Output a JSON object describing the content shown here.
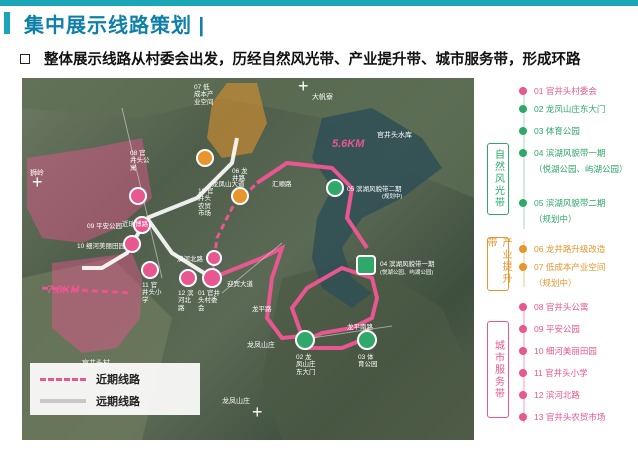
{
  "header": {
    "title": "集中展示线路策划 |",
    "subtitle": "整体展示线路从村委会出发，历经自然风光带、产业提升带、城市服务带，形成环路"
  },
  "map": {
    "distance_labels": [
      "5.6KM",
      "7.8KM"
    ],
    "place_labels": [
      "大帆寮",
      "官井头水库",
      "狮岭",
      "龙凤山庄",
      "龙凤山庄",
      "官井头村"
    ],
    "road_labels": [
      "龙凤山大道",
      "汇顺路",
      "近瑞博路",
      "滨河北路",
      "迎宾大道",
      "龙平南路",
      "龙平路"
    ],
    "stations": [
      {
        "num": "01",
        "name": "官井头村委会"
      },
      {
        "num": "02",
        "name": "龙凤山庄东大门"
      },
      {
        "num": "03",
        "name": "体育公园"
      },
      {
        "num": "04",
        "name": "滨湖风貌带一期"
      },
      {
        "num": "05",
        "name": "滨湖风貌带二期"
      },
      {
        "num": "06",
        "name": "龙井路"
      },
      {
        "num": "07",
        "name": "低成本产业空间"
      },
      {
        "num": "08",
        "name": "官井头公寓"
      },
      {
        "num": "09",
        "name": "平安公园"
      },
      {
        "num": "10",
        "name": "细河美丽田园"
      },
      {
        "num": "11",
        "name": "官井头小学"
      },
      {
        "num": "12",
        "name": "滨河北路"
      },
      {
        "num": "13",
        "name": "官井头农贸市场"
      }
    ],
    "station04_note": "(悦湖公园、屿湖公园)",
    "station05_note": "(规划中)",
    "legend": {
      "near": "近期线路",
      "far": "远期线路"
    }
  },
  "legend_panel": {
    "groups": [
      {
        "label": "自然风光带",
        "color": "#2fa86a",
        "items": [
          {
            "text": "01 官井头村委会",
            "dot": "#e8578f",
            "color": "#e8578f"
          },
          {
            "text": "02 龙凤山庄东大门",
            "dot": "#2fa86a",
            "color": "#2fa86a"
          },
          {
            "text": "03 体育公园",
            "dot": "#2fa86a",
            "color": "#2fa86a"
          },
          {
            "text": "04 滨湖风貌带一期",
            "dot": "#2fa86a",
            "color": "#2fa86a"
          },
          {
            "text": "（悦湖公园、屿湖公园）",
            "dot": "",
            "color": "#2fa86a"
          },
          {
            "text": "05 滨湖风貌带二期",
            "dot": "#2fa86a",
            "color": "#2fa86a"
          },
          {
            "text": "（规划中）",
            "dot": "",
            "color": "#2fa86a"
          }
        ]
      },
      {
        "label": "产业提升带",
        "color": "#e8952b",
        "items": [
          {
            "text": "06 龙井路升级改造",
            "dot": "#e8952b",
            "color": "#e8952b"
          },
          {
            "text": "07 低成本产业空间",
            "dot": "#e8952b",
            "color": "#e8952b"
          },
          {
            "text": "（规划中）",
            "dot": "",
            "color": "#e8952b"
          }
        ]
      },
      {
        "label": "城市服务带",
        "color": "#e8578f",
        "items": [
          {
            "text": "08 官井头公寓",
            "dot": "#e8578f",
            "color": "#e8578f"
          },
          {
            "text": "09 平安公园",
            "dot": "#e8578f",
            "color": "#e8578f"
          },
          {
            "text": "10 细河美丽田园",
            "dot": "#e8578f",
            "color": "#e8578f"
          },
          {
            "text": "11 官井头小学",
            "dot": "#e8578f",
            "color": "#e8578f"
          },
          {
            "text": "12 滨河北路",
            "dot": "#e8578f",
            "color": "#e8578f"
          },
          {
            "text": "13 官井头农贸市场",
            "dot": "#e8578f",
            "color": "#e8578f"
          }
        ]
      }
    ]
  },
  "colors": {
    "accent": "#1aa6b7",
    "title": "#0d7fa8",
    "nature": "#2fa86a",
    "industry": "#e8952b",
    "service": "#e8578f",
    "route_far": "#ffffff"
  }
}
